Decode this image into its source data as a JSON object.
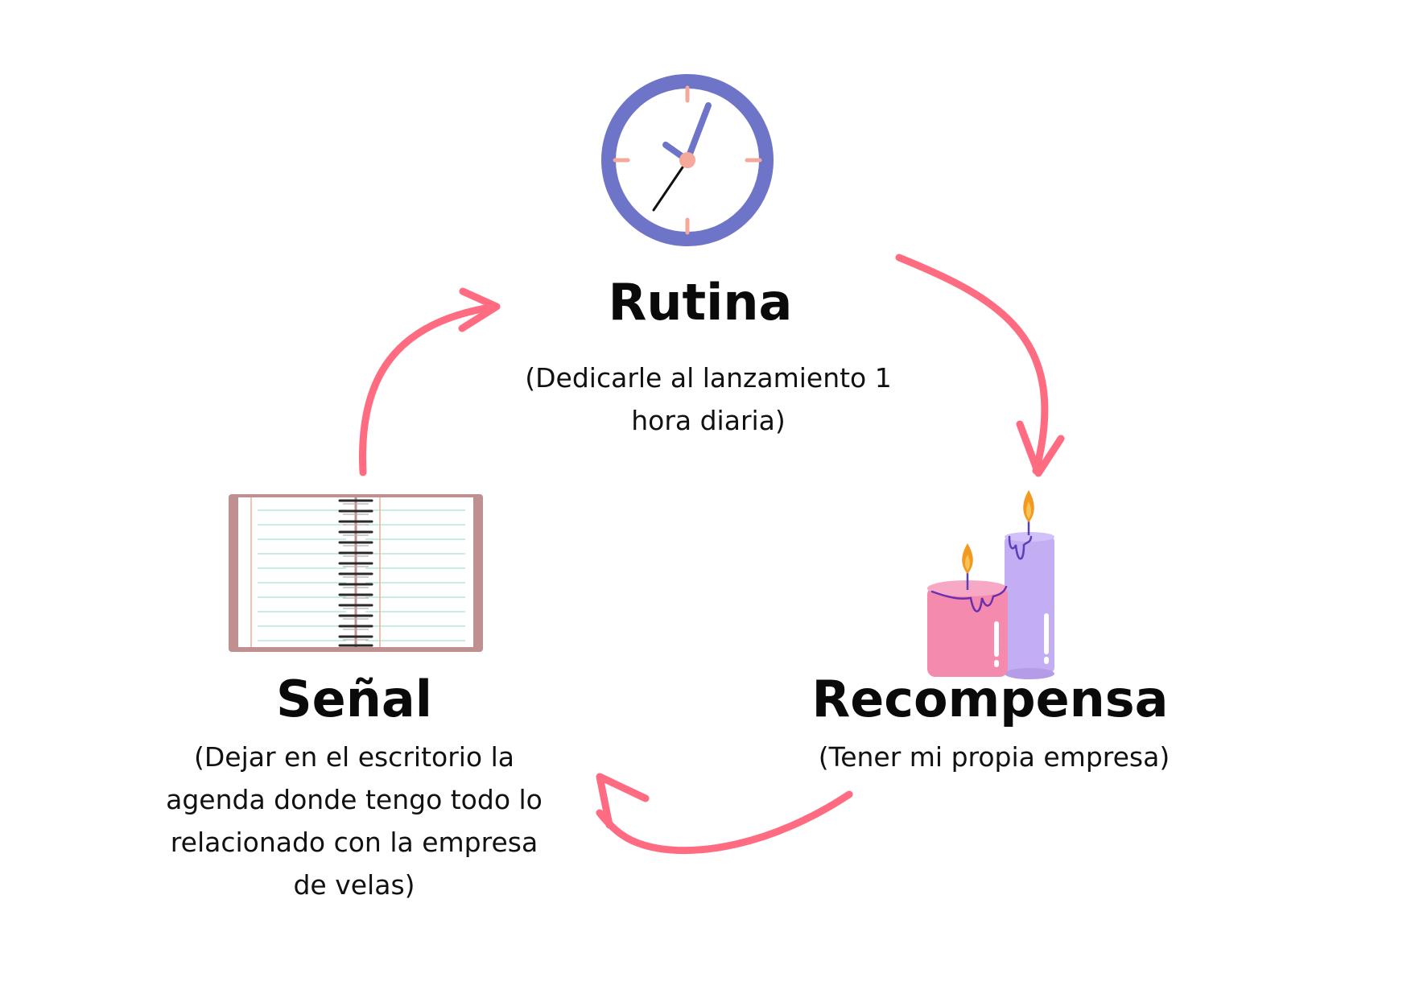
{
  "colors": {
    "arrow": "#ff6b80",
    "clock_ring": "#6e74c7",
    "clock_ticks": "#f5a99a",
    "notebook_cover": "#c09090",
    "notebook_lines": "#b4ead6",
    "candle_pink": "#f48aae",
    "candle_purple": "#c4aef3",
    "flame": "#f29a1f",
    "text": "#0a0a0a"
  },
  "rutina": {
    "title": "Rutina",
    "desc_lines": [
      "(Dedicarle al lanzamiento 1",
      "hora diaria)"
    ],
    "icon": "clock-icon"
  },
  "recompensa": {
    "title": "Recompensa",
    "desc_lines": [
      "(Tener mi propia empresa)"
    ],
    "icon": "candles-icon"
  },
  "senal": {
    "title": "Señal",
    "desc_lines": [
      "(Dejar en el escritorio la",
      "agenda donde tengo todo lo",
      "relacionado con la empresa",
      "de velas)"
    ],
    "icon": "notebook-icon"
  }
}
